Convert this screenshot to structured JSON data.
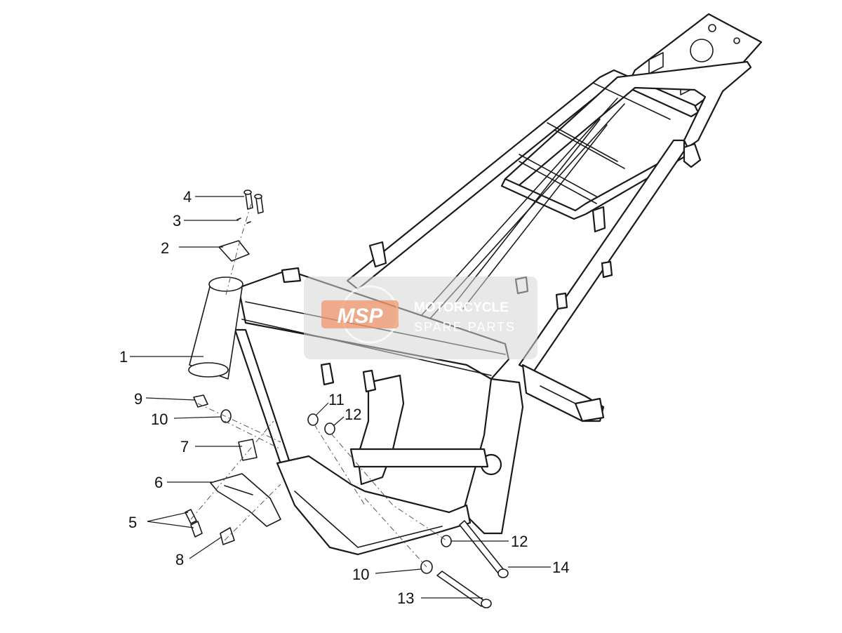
{
  "callouts": [
    {
      "id": "1",
      "label": "1"
    },
    {
      "id": "2",
      "label": "2"
    },
    {
      "id": "3",
      "label": "3"
    },
    {
      "id": "4",
      "label": "4"
    },
    {
      "id": "5",
      "label": "5"
    },
    {
      "id": "6",
      "label": "6"
    },
    {
      "id": "7",
      "label": "7"
    },
    {
      "id": "8",
      "label": "8"
    },
    {
      "id": "9",
      "label": "9"
    },
    {
      "id": "10a",
      "label": "10"
    },
    {
      "id": "10b",
      "label": "10"
    },
    {
      "id": "11",
      "label": "11"
    },
    {
      "id": "12a",
      "label": "12"
    },
    {
      "id": "12b",
      "label": "12"
    },
    {
      "id": "13",
      "label": "13"
    },
    {
      "id": "14",
      "label": "14"
    }
  ],
  "watermark": {
    "logo": "MSP",
    "line1": "MOTORCYCLE",
    "line2": "SPARE PARTS",
    "color": "#f08a5a"
  },
  "colors": {
    "line": "#1a1a1a",
    "background": "#ffffff"
  }
}
